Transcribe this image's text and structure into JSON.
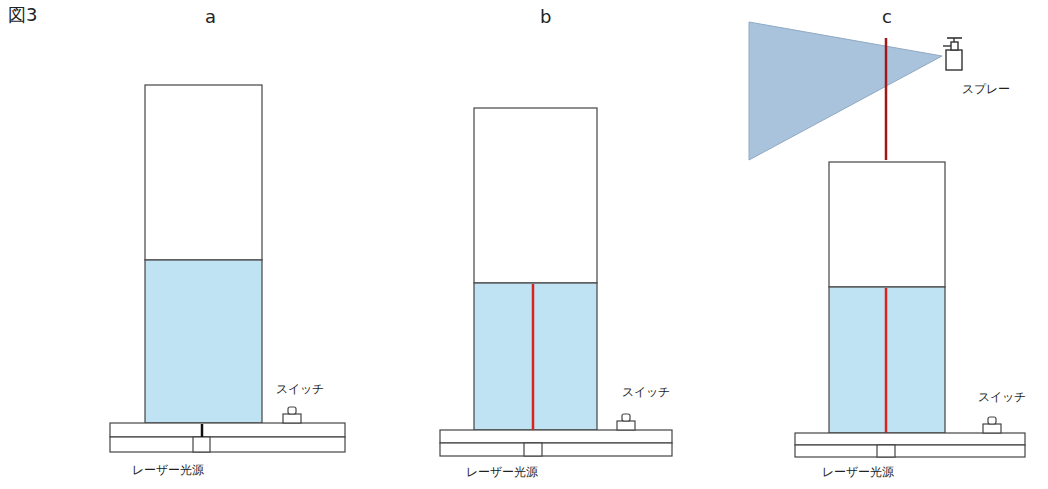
{
  "diagram": {
    "labels": [
      "図3",
      "a",
      "b",
      "c",
      "スイッチ",
      "レーザー光源",
      "スイッチ",
      "レーザー光源",
      "スプレー",
      "スイッチ",
      "レーザー光源"
    ]
  }
}
